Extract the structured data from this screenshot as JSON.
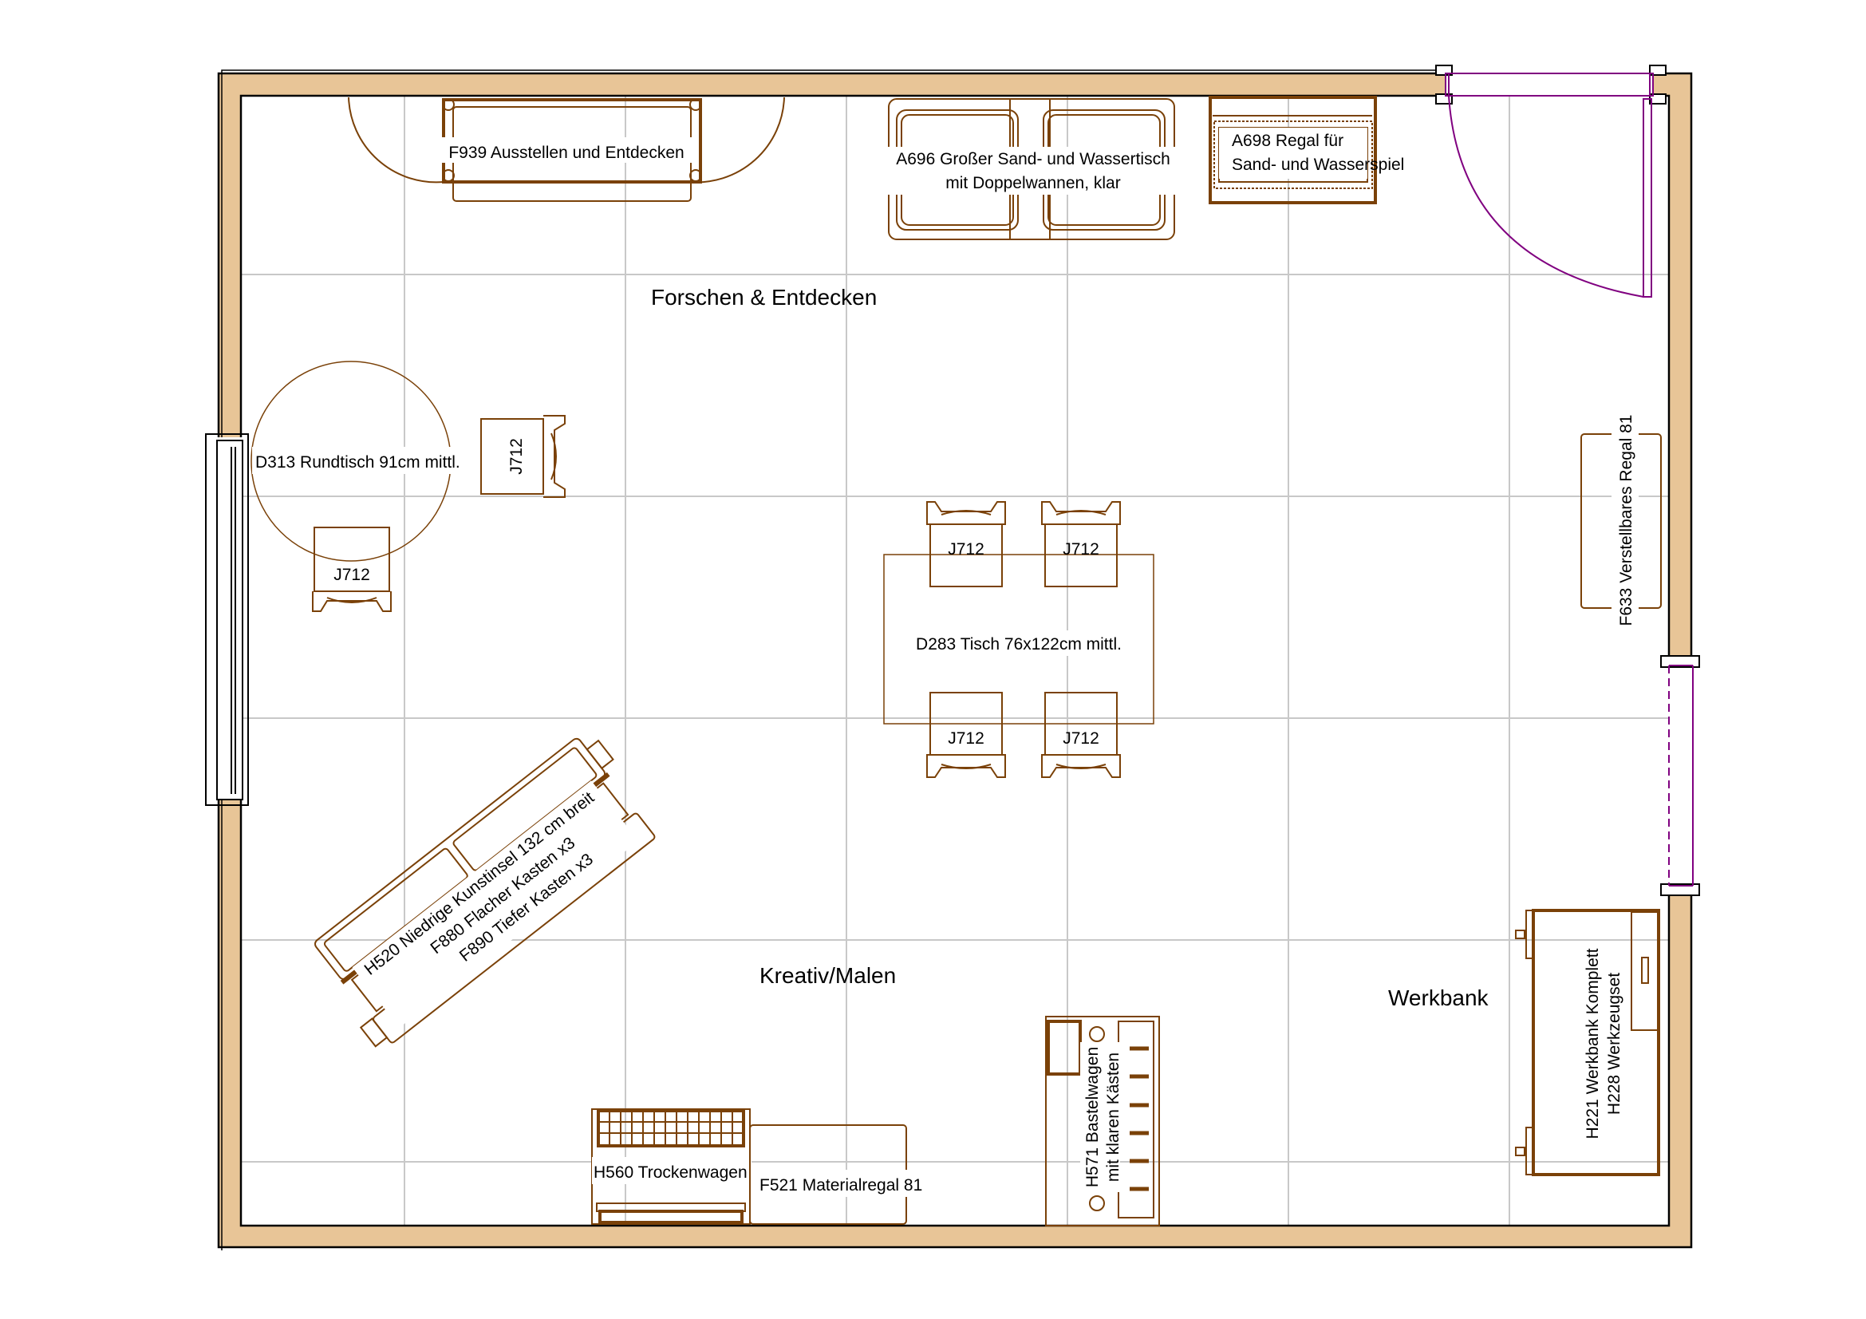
{
  "plan": {
    "colors": {
      "wall": "#e8c597",
      "wall_outline": "#000000",
      "furniture": "#7a4108",
      "door": "#800080",
      "grid": "#c8c8c8",
      "background": "#ffffff"
    },
    "zones": [
      {
        "label": "Forschen & Entdecken"
      },
      {
        "label": "Kreativ/Malen"
      },
      {
        "label": "Werkbank"
      }
    ],
    "furniture": {
      "f939": {
        "label": "F939 Ausstellen und Entdecken"
      },
      "a696": {
        "line1": "A696 Großer Sand- und Wassertisch",
        "line2": "mit Doppelwannen, klar"
      },
      "a698": {
        "line1": "A698 Regal für",
        "line2": "Sand- und Wasserspiel"
      },
      "d313": {
        "label": "D313 Rundtisch 91cm mittl."
      },
      "chair": {
        "label": "J712"
      },
      "d283": {
        "label": "D283 Tisch 76x122cm mittl."
      },
      "f633": {
        "label": "F633 Verstellbares Regal 81"
      },
      "h520": {
        "line1": "H520 Niedrige Kunstinsel 132 cm breit",
        "line2": "F880 Flacher Kasten x3",
        "line3": "F890 Tiefer Kasten x3"
      },
      "h560": {
        "label": "H560 Trockenwagen"
      },
      "f521": {
        "label": "F521 Materialregal 81"
      },
      "h571": {
        "line1": "H571 Bastelwagen",
        "line2": "mit klaren Kästen"
      },
      "h221": {
        "line1": "H221 Werkbank Komplett",
        "line2": "H228 Werkzeugset"
      }
    },
    "chairs": [
      {
        "label": "J712"
      },
      {
        "label": "J712"
      },
      {
        "label": "J712"
      },
      {
        "label": "J712"
      },
      {
        "label": "J712"
      },
      {
        "label": "J712"
      }
    ]
  }
}
